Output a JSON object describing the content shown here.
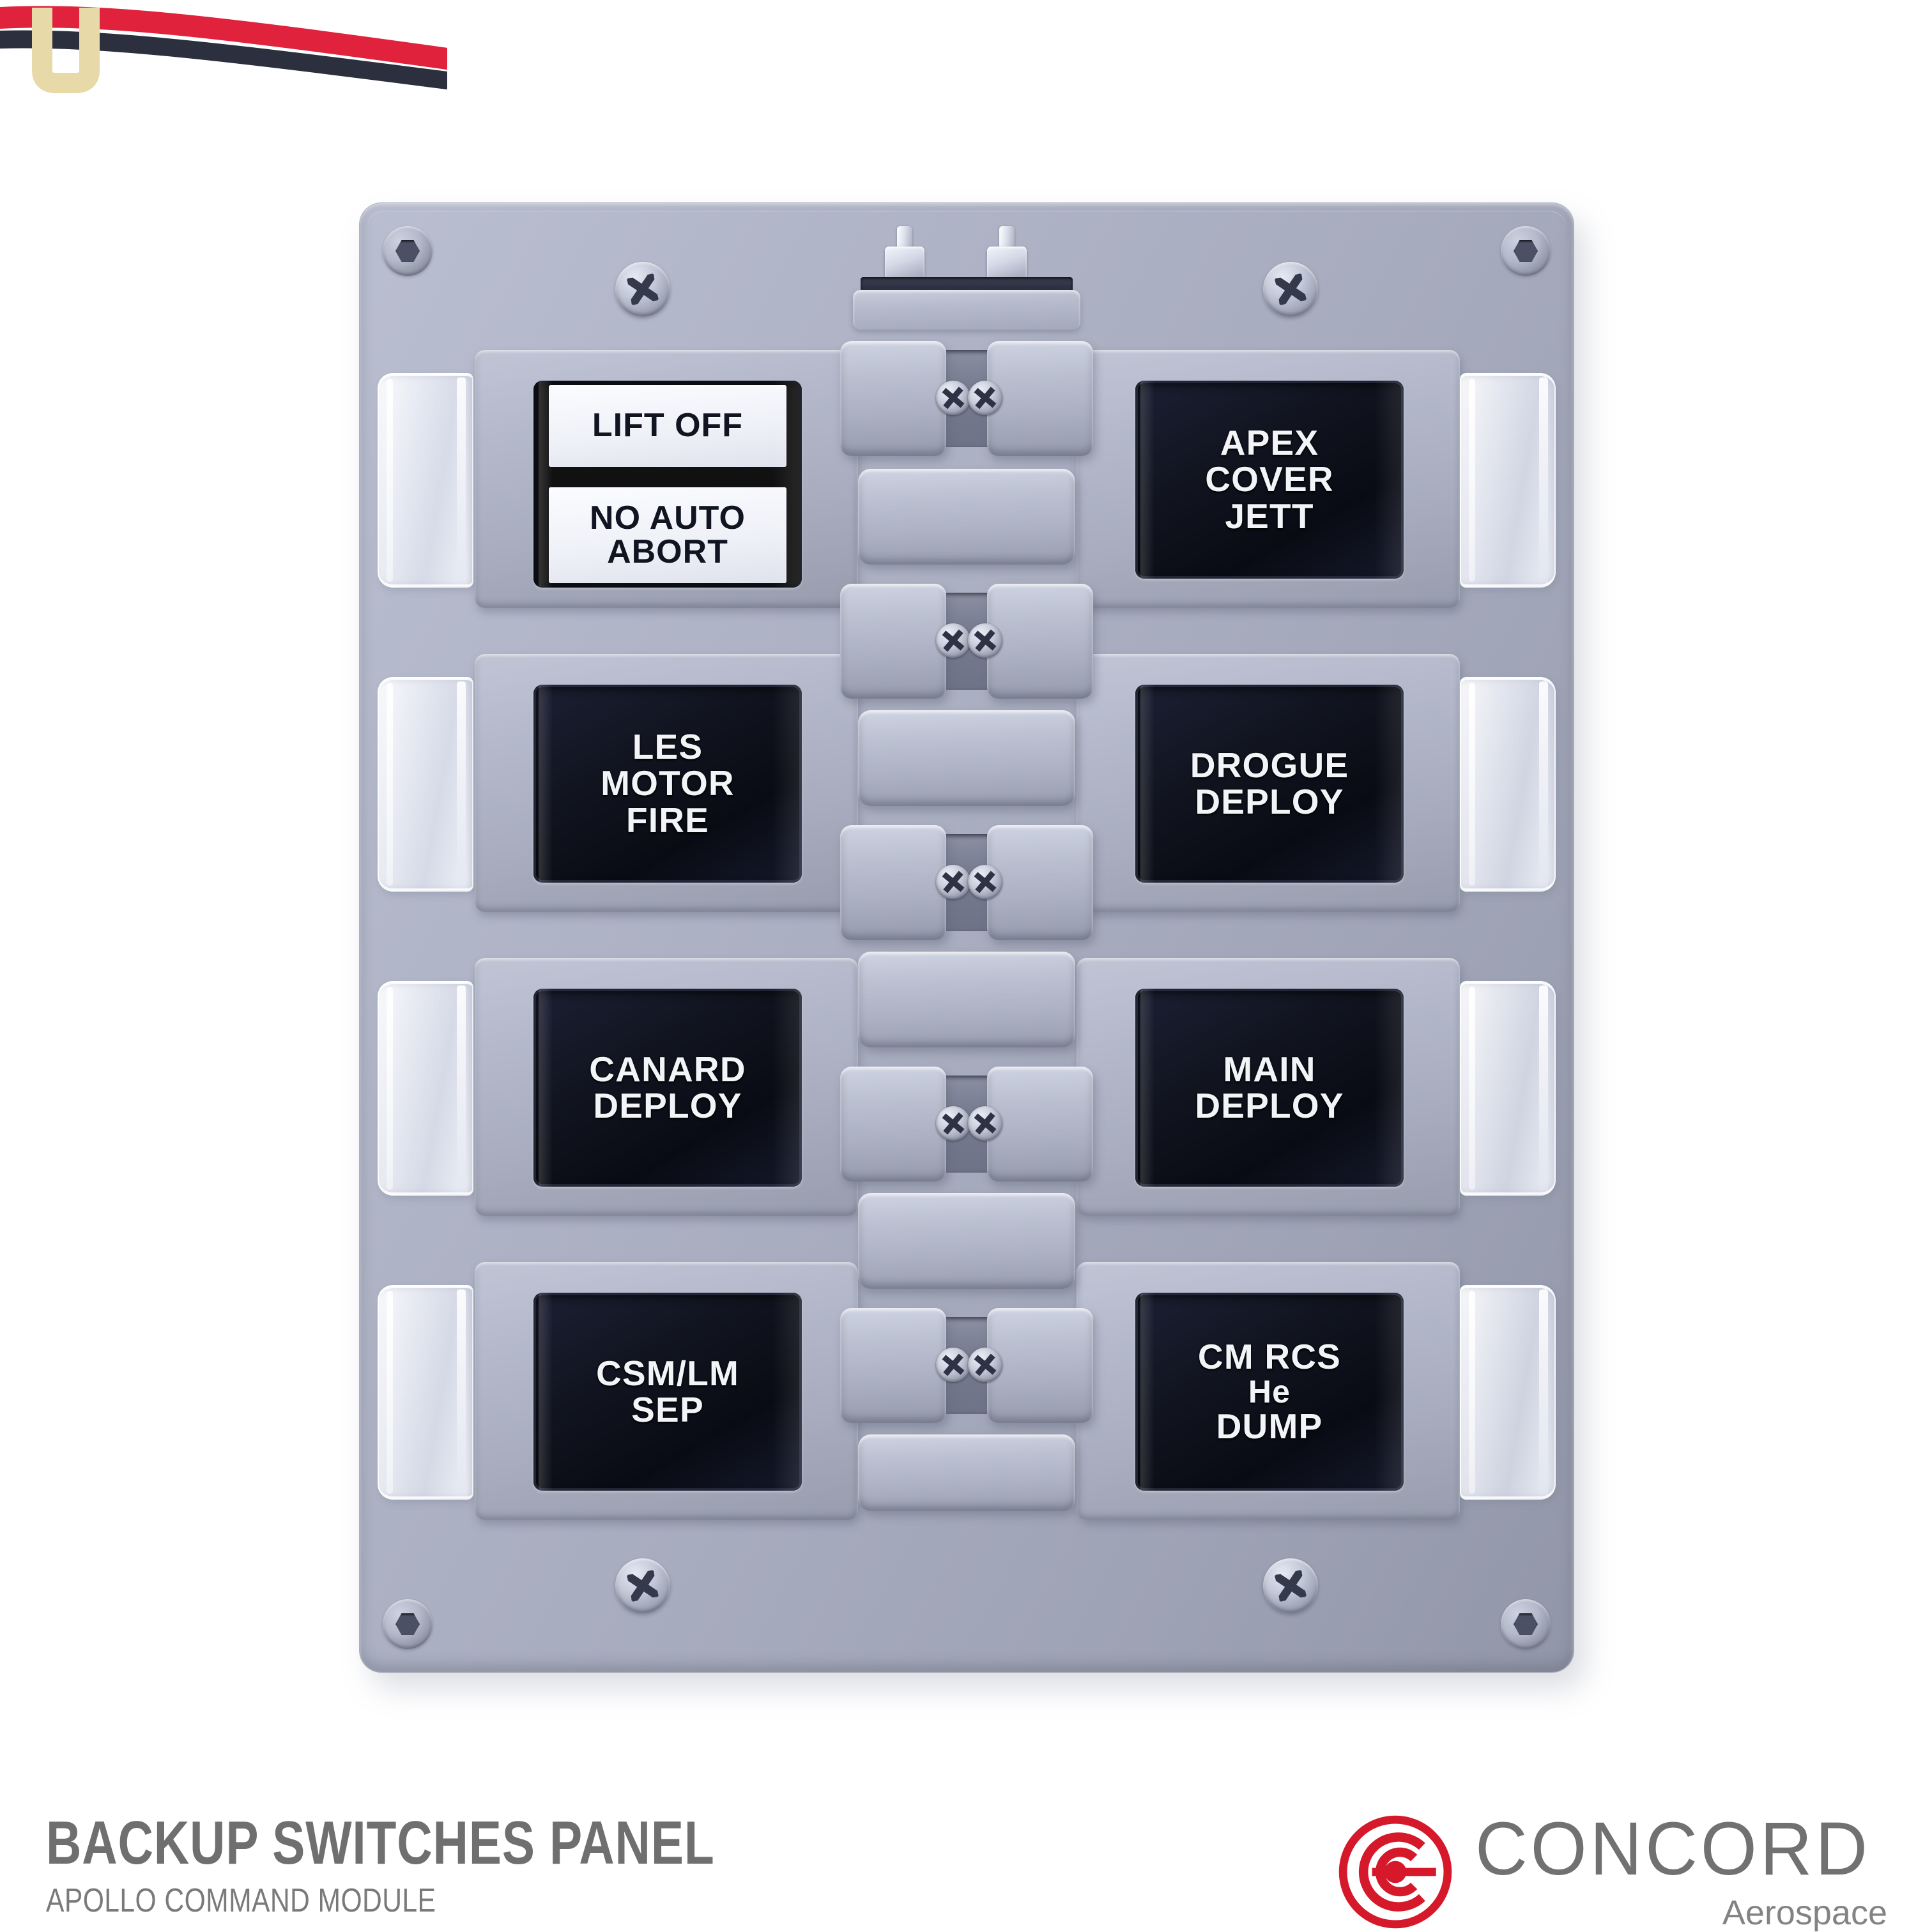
{
  "panel": {
    "title": "Backup Switches Panel",
    "colors": {
      "panel_gray": "#a8adbe",
      "lamp_dark": "#11141f",
      "lamp_lit": "#f3f5fb",
      "brand_red": "#d6182b",
      "caption_gray": "#6f6f6f"
    },
    "switches": [
      {
        "id": "lift-off-no-auto-abort",
        "position": "row1-left",
        "state": "illuminated",
        "type": "two-segment-indicator",
        "segments": [
          {
            "lines": [
              "LIFT OFF"
            ]
          },
          {
            "lines": [
              "NO AUTO",
              "ABORT"
            ]
          }
        ]
      },
      {
        "id": "apex-cover-jett",
        "position": "row1-right",
        "state": "unlit",
        "type": "push-button-indicator",
        "lines": [
          "APEX",
          "COVER",
          "JETT"
        ]
      },
      {
        "id": "les-motor-fire",
        "position": "row2-left",
        "state": "unlit",
        "type": "push-button-indicator",
        "lines": [
          "LES",
          "MOTOR",
          "FIRE"
        ]
      },
      {
        "id": "drogue-deploy",
        "position": "row2-right",
        "state": "unlit",
        "type": "push-button-indicator",
        "lines": [
          "DROGUE",
          "DEPLOY"
        ]
      },
      {
        "id": "canard-deploy",
        "position": "row3-left",
        "state": "unlit",
        "type": "push-button-indicator",
        "lines": [
          "CANARD",
          "DEPLOY"
        ]
      },
      {
        "id": "main-deploy",
        "position": "row3-right",
        "state": "unlit",
        "type": "push-button-indicator",
        "lines": [
          "MAIN",
          "DEPLOY"
        ]
      },
      {
        "id": "csm-lm-sep",
        "position": "row4-left",
        "state": "unlit",
        "type": "push-button-indicator",
        "lines": [
          "CSM/LM",
          "SEP"
        ]
      },
      {
        "id": "cm-rcs-he-dump",
        "position": "row4-right",
        "state": "unlit",
        "type": "push-button-indicator",
        "lines": [
          "CM  RCS",
          "He",
          "DUMP"
        ]
      }
    ],
    "hardware": {
      "corner_screw_type": "hex-socket",
      "edge_screw_type": "phillips",
      "corner_screw_count": 4,
      "edge_screw_count": 4,
      "terminal_post_count": 2,
      "guard_count": 8,
      "guard_material": "clear plastic"
    },
    "wires": [
      {
        "name": "red-wire",
        "color": "#e0223c"
      },
      {
        "name": "black-wire",
        "color": "#2b2f3e"
      },
      {
        "name": "wire-clip",
        "color": "#e7d9a8"
      }
    ]
  },
  "caption": {
    "title": "BACKUP SWITCHES PANEL",
    "subtitle": "APOLLO COMMAND MODULE"
  },
  "logo": {
    "wordmark": "CONCORD",
    "tagline": "Aerospace",
    "mark_name": "concentric-c-target-icon",
    "mark_color": "#d6182b"
  }
}
